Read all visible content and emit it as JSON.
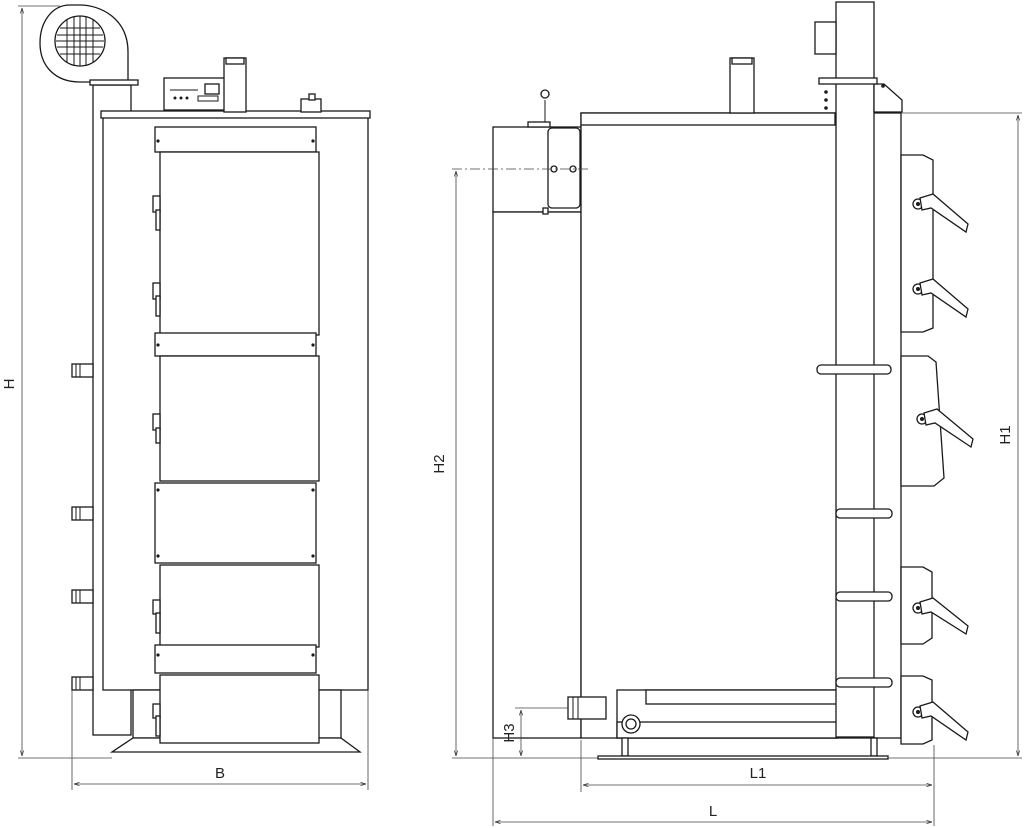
{
  "dimensions": {
    "front": {
      "width": "B",
      "height": "H"
    },
    "side": {
      "overall_length": "L",
      "body_length": "L1",
      "door_height": "H1",
      "damper_height": "H2",
      "outlet_height": "H3"
    }
  }
}
